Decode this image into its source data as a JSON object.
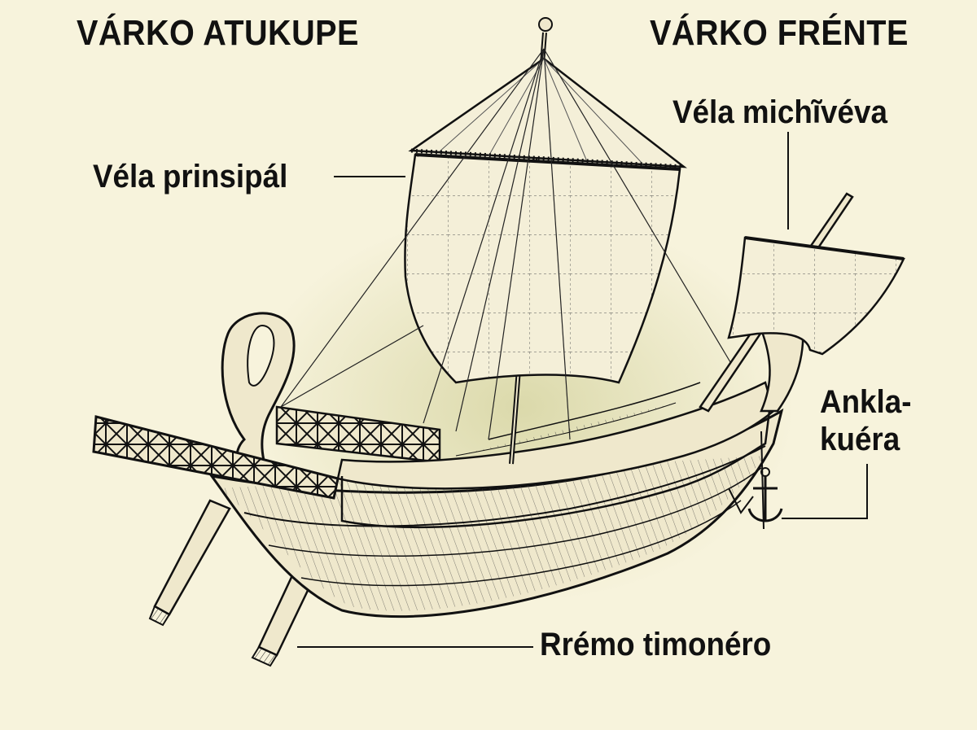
{
  "headings": {
    "stern": "VÁRKO ATUKUPE",
    "bow": "VÁRKO FRÉNTE"
  },
  "labels": {
    "main_sail": "Véla prinsipál",
    "bow_sail": "Véla michĩvéva",
    "anchor_line1": "Ankla-",
    "anchor_line2": "kuéra",
    "steering_oar": "Rrémo timonéro"
  },
  "colors": {
    "background": "#f7f3dc",
    "glow": "#c4c482",
    "ink": "#111111",
    "parchment": "#efe8cc"
  }
}
